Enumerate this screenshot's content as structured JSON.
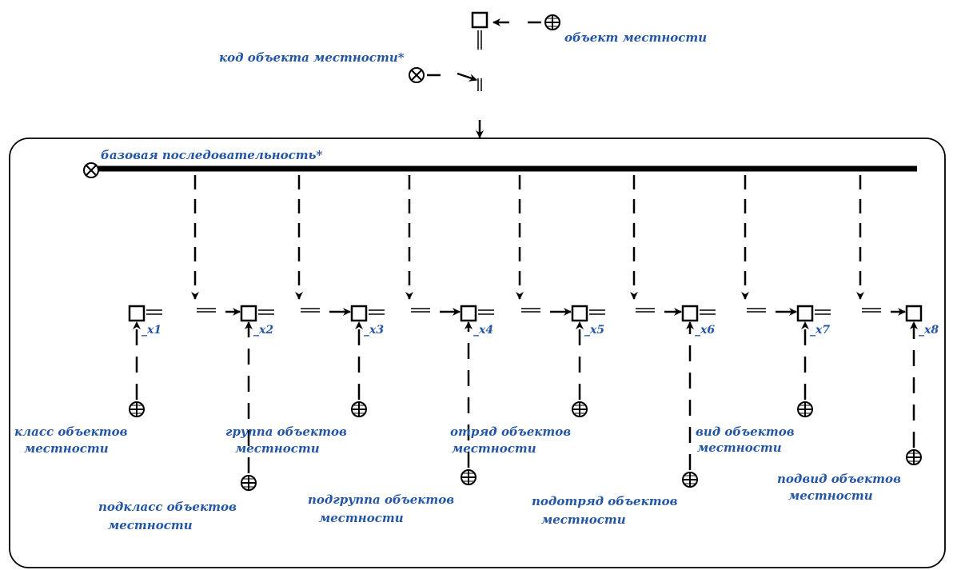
{
  "diagram": {
    "top_node_label": "объект местности",
    "code_label": "код объекта местности*",
    "sequence_label": "базовая последовательность*",
    "indices": [
      "_x1",
      "_x2",
      "_x3",
      "_x4",
      "_x5",
      "_x6",
      "_x7",
      "_x8"
    ],
    "classes": [
      [
        "класс объектов",
        "местности"
      ],
      [
        "подкласс объектов",
        "местности"
      ],
      [
        "группа объектов",
        "местности"
      ],
      [
        "подгруппа объектов",
        "местности"
      ],
      [
        "отряд объектов",
        "местности"
      ],
      [
        "подотряд объектов",
        "местности"
      ],
      [
        "вид объектов",
        "местности"
      ],
      [
        "подвид объектов",
        "местности"
      ]
    ],
    "label_color": "#2456a6",
    "line_color": "#000000"
  }
}
